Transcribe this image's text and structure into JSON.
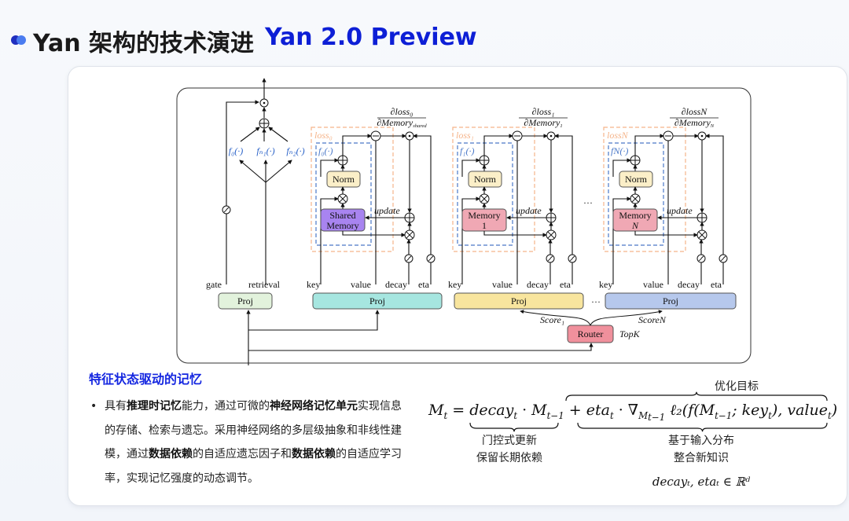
{
  "header": {
    "title": "Yan 架构的技术演进",
    "subtitle": "Yan 2.0 Preview",
    "bullet_colors": [
      "#1f2fbf",
      "#4a7cf0"
    ]
  },
  "diagram": {
    "fusion": {
      "functions": [
        "f₀(·)",
        "fₙ₁(·)",
        "fₙ₂(·)"
      ],
      "gate_label": "gate",
      "retrieval_label": "retrieval",
      "proj_label": "Proj",
      "proj_color": "#e2f2dc"
    },
    "blocks": [
      {
        "id": "shared",
        "loss_label": "loss₀",
        "f_label": "f₀(·)",
        "grad_num": "∂loss₀",
        "grad_den": "∂Memory",
        "grad_den_sub": "shared",
        "norm_label": "Norm",
        "memory_label_1": "Shared",
        "memory_label_2": "Memory",
        "memory_color": "#a884f0",
        "proj_label": "Proj",
        "proj_color": "#a6e6e0",
        "update_label": "update",
        "inputs": [
          "key",
          "value",
          "decay",
          "eta"
        ]
      },
      {
        "id": "mem1",
        "loss_label": "loss₁",
        "f_label": "f₁(·)",
        "grad_num": "∂loss₁",
        "grad_den": "∂Memory",
        "grad_den_sub": "1",
        "norm_label": "Norm",
        "memory_label_1": "Memory",
        "memory_label_2": "1",
        "memory_color": "#f0a8b4",
        "proj_label": "Proj",
        "proj_color": "#f8e59e",
        "update_label": "update",
        "inputs": [
          "key",
          "value",
          "decay",
          "eta"
        ]
      },
      {
        "id": "memN",
        "loss_label": "lossN",
        "f_label": "fN(·)",
        "grad_num": "∂lossN",
        "grad_den": "∂Memory",
        "grad_den_sub": "N",
        "norm_label": "Norm",
        "memory_label_1": "Memory",
        "memory_label_2": "N",
        "memory_color": "#f0a8b4",
        "proj_label": "Proj",
        "proj_color": "#b6c8ec",
        "update_label": "update",
        "inputs": [
          "key",
          "value",
          "decay",
          "eta"
        ]
      }
    ],
    "ellipsis": "···",
    "router": {
      "label": "Router",
      "topk_label": "TopK",
      "score_1": "Score₁",
      "score_n": "ScoreN",
      "color": "#f0909c"
    },
    "norm_color": "#fbefc8",
    "loss_box_color": "#f5b48a",
    "f_box_color": "#4a78c8"
  },
  "section": {
    "title": "特征状态驱动的记忆",
    "bullet": "•",
    "paragraph_parts": [
      {
        "text": "具有",
        "bold": false
      },
      {
        "text": "推理时记忆",
        "bold": true
      },
      {
        "text": "能力，通过可微的",
        "bold": false
      },
      {
        "text": "神经网络记忆单元",
        "bold": true
      },
      {
        "text": "实现信息的存储、检索与遗忘。采用神经网络的多层级抽象和非线性建模，通过",
        "bold": false
      },
      {
        "text": "数据依赖",
        "bold": true
      },
      {
        "text": "的自适应遗忘因子和",
        "bold": false
      },
      {
        "text": "数据依赖",
        "bold": true
      },
      {
        "text": "的自适应学习率，实现记忆强度的动态调节。",
        "bold": false
      }
    ]
  },
  "formula": {
    "lhs": "M",
    "lhs_sub": "t",
    "term1": "decay",
    "term1_sub": "t",
    "term1_b": "M",
    "term1_b_sub": "t−1",
    "term2": "eta",
    "term2_sub": "t",
    "nabla": "∇",
    "nabla_sub": "M",
    "nabla_subsub": "t−1",
    "loss": "ℓ₂(f(M",
    "loss_sub": "t−1",
    "loss_mid": "; key",
    "loss_mid_sub": "t",
    "loss_end": "), value",
    "loss_end_sub": "t",
    "top_label": "优化目标",
    "left_label_1": "门控式更新",
    "left_label_2": "保留长期依赖",
    "right_label_1": "基于输入分布",
    "right_label_2": "整合新知识",
    "domain_note": "decayₜ, etaₜ ∈ ℝᵈ"
  }
}
